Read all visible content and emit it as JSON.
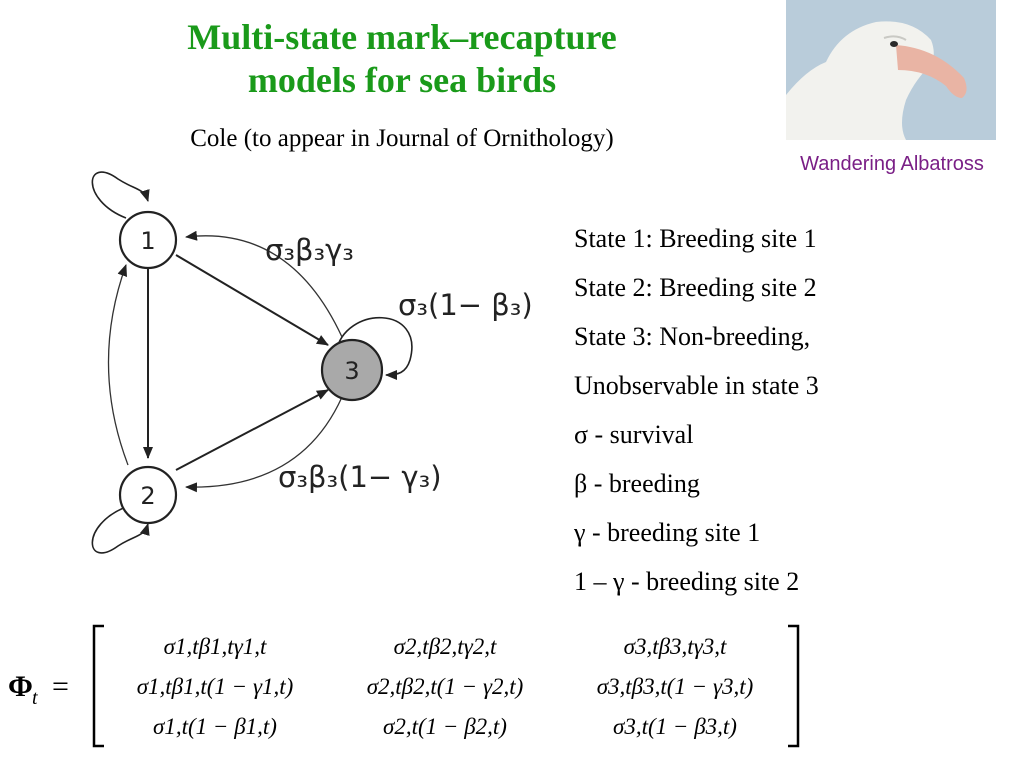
{
  "slide": {
    "title_line1": "Multi-state mark–recapture",
    "title_line2": "models for sea birds",
    "subtitle": "Cole (to appear in Journal of Ornithology)"
  },
  "photo": {
    "caption": "Wandering Albatross",
    "sky_color": "#b9ccda",
    "bird_color": "#f2f2ee",
    "beak_color": "#e9b4a4"
  },
  "diagram": {
    "nodes": [
      {
        "label": "1",
        "fill": "#ffffff"
      },
      {
        "label": "2",
        "fill": "#ffffff"
      },
      {
        "label": "3",
        "fill": "#a9a9a9"
      }
    ],
    "edge_labels": {
      "to_state1": "σ₃β₃γ₃",
      "to_state3": "σ₃(1− β₃)",
      "to_state2": "σ₃β₃(1− γ₃)"
    }
  },
  "legend": [
    "State 1: Breeding site 1",
    "State 2: Breeding site 2",
    "State 3: Non-breeding,",
    "Unobservable in state 3",
    "σ - survival",
    "β - breeding",
    "γ - breeding site 1",
    "1 – γ - breeding site 2"
  ],
  "matrix": {
    "symbol": "Φ",
    "subscript": "t",
    "equals": "=",
    "rows": [
      [
        "σ1,tβ1,tγ1,t",
        "σ2,tβ2,tγ2,t",
        "σ3,tβ3,tγ3,t"
      ],
      [
        "σ1,tβ1,t(1 − γ1,t)",
        "σ2,tβ2,t(1 − γ2,t)",
        "σ3,tβ3,t(1 − γ3,t)"
      ],
      [
        "σ1,t(1 − β1,t)",
        "σ2,t(1 − β2,t)",
        "σ3,t(1 − β3,t)"
      ]
    ]
  }
}
